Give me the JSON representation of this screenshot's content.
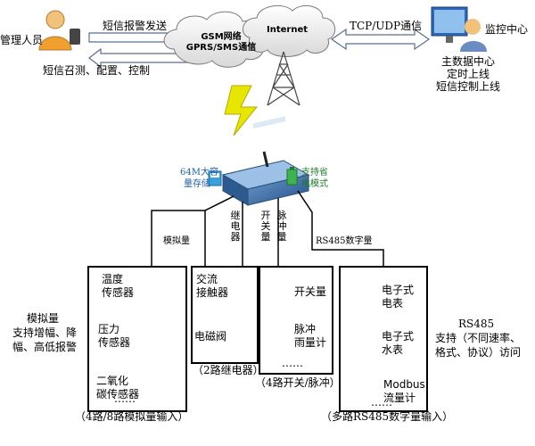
{
  "colors": {
    "lightning": "#e6e600",
    "cloud": "#e8e8e8",
    "device": "#3a6fa8",
    "arrow": "#5b6f8f"
  },
  "top": {
    "admin_label": "管理人员",
    "sms_send_label": "短信报警发送",
    "sms_control_label": "短信召测、配置、控制",
    "cloud_line1": "GSM网络",
    "cloud_line2": "GPRS/SMS通信",
    "internet_label": "Internet",
    "tcp_label": "TCP/UDP通信",
    "monitor_label": "监控中心",
    "monitor_lines": [
      "主数据中心",
      "定时上线",
      "短信控制上线"
    ]
  },
  "device": {
    "storage_line1": "64M大容",
    "storage_line2": "量存储",
    "power_line1": "支持省",
    "power_line2": "电模式"
  },
  "branches": {
    "analog": "模拟量",
    "relay": "继电器",
    "switch": "开关量",
    "pulse": "脉冲量",
    "rs485": "RS485数字量"
  },
  "analog_group": {
    "items": [
      "温度\n传感器",
      "压力\n传感器",
      "二氧化\n碳传感器"
    ],
    "more": "……",
    "caption": "（4路/8路模拟量输入）",
    "side_note": [
      "模拟量",
      "支持增幅、降",
      "幅、高低报警"
    ]
  },
  "relay_group": {
    "items": [
      "交流\n接触器",
      "电磁阀"
    ],
    "caption": "（2路继电器）"
  },
  "switch_group": {
    "items": [
      "开关量",
      "脉冲\n雨量计"
    ],
    "more": "……",
    "caption": "（4路开关/脉冲）"
  },
  "rs485_group": {
    "items": [
      "电子式\n电表",
      "电子式\n水表",
      "Modbus\n流量计"
    ],
    "more": "……",
    "caption": "（多路RS485数字量输入）",
    "side_note": [
      "RS485",
      "支持（不同速率、",
      "格式、协议）访问"
    ]
  }
}
